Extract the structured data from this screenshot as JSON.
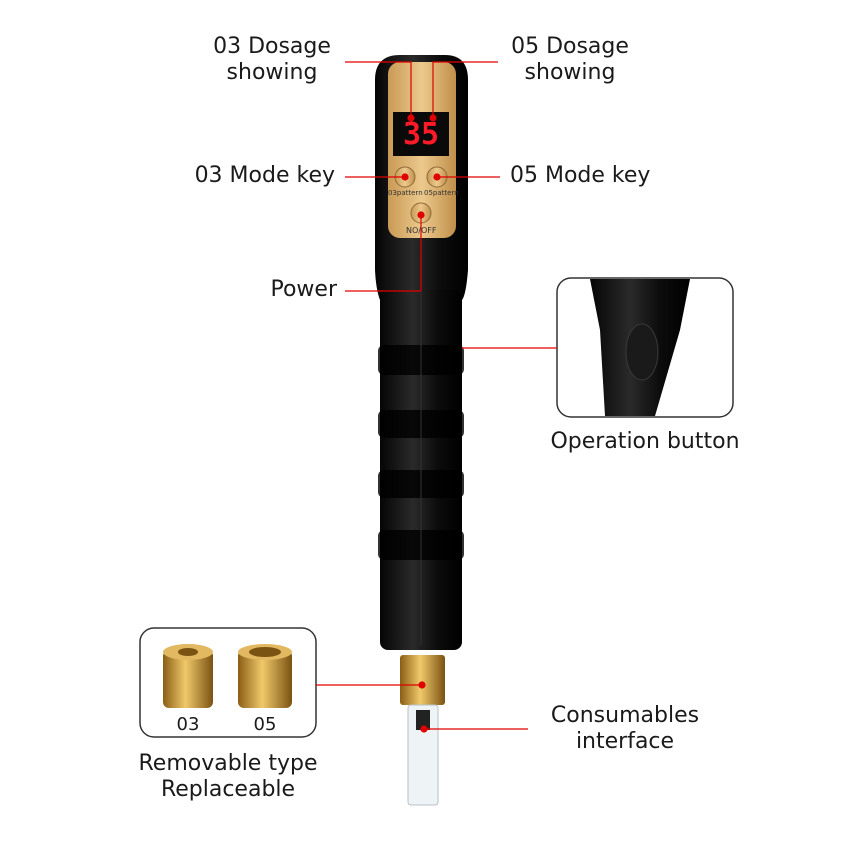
{
  "labels": {
    "dosage_03_line1": "03 Dosage",
    "dosage_03_line2": "showing",
    "dosage_05_line1": "05 Dosage",
    "dosage_05_line2": "showing",
    "mode_key_03": "03 Mode key",
    "mode_key_05": "05 Mode key",
    "power": "Power",
    "operation_button": "Operation button",
    "consumables_line1": "Consumables",
    "consumables_line2": "interface",
    "removable_line1": "Removable type",
    "removable_line2": "Replaceable",
    "adapter_03": "03",
    "adapter_05": "05"
  },
  "device": {
    "display_value": "35",
    "button_03_label": "03pattern",
    "button_05_label": "05pattern",
    "power_button_label": "NO/OFF"
  },
  "colors": {
    "callout_line": "#e00000",
    "body": "#111111",
    "panel_gold": "#d9b172",
    "display_digits": "#ff1a2a",
    "brass": "#c8962e"
  }
}
